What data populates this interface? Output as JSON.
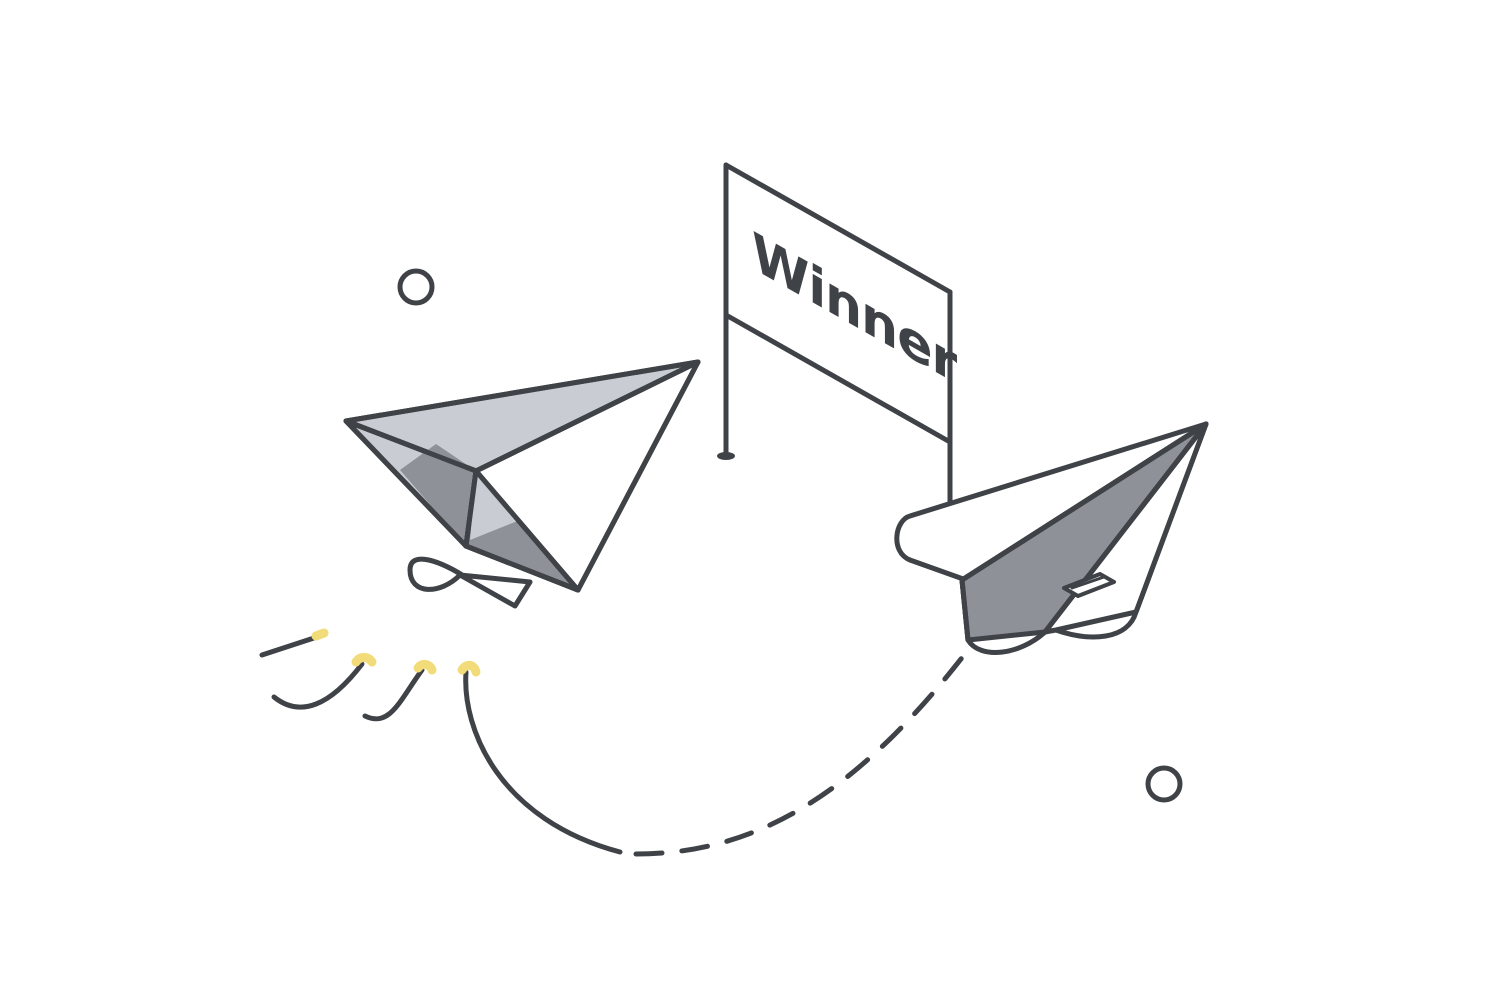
{
  "banner": {
    "label": "Winner"
  },
  "icons": {
    "finish_flag": "finish-banner-icon",
    "left_plane": "paper-plane-icon",
    "right_plane": "paper-plane-icon",
    "trail": "dashed-flight-path",
    "speed_lines": "motion-lines"
  },
  "colors": {
    "stroke": "#3f4247",
    "plane_light": "#c9ccd2",
    "plane_mid": "#8e9197",
    "plane_dark": "#45484c",
    "accent_yellow": "#f2dc7a",
    "background": "#ffffff"
  }
}
